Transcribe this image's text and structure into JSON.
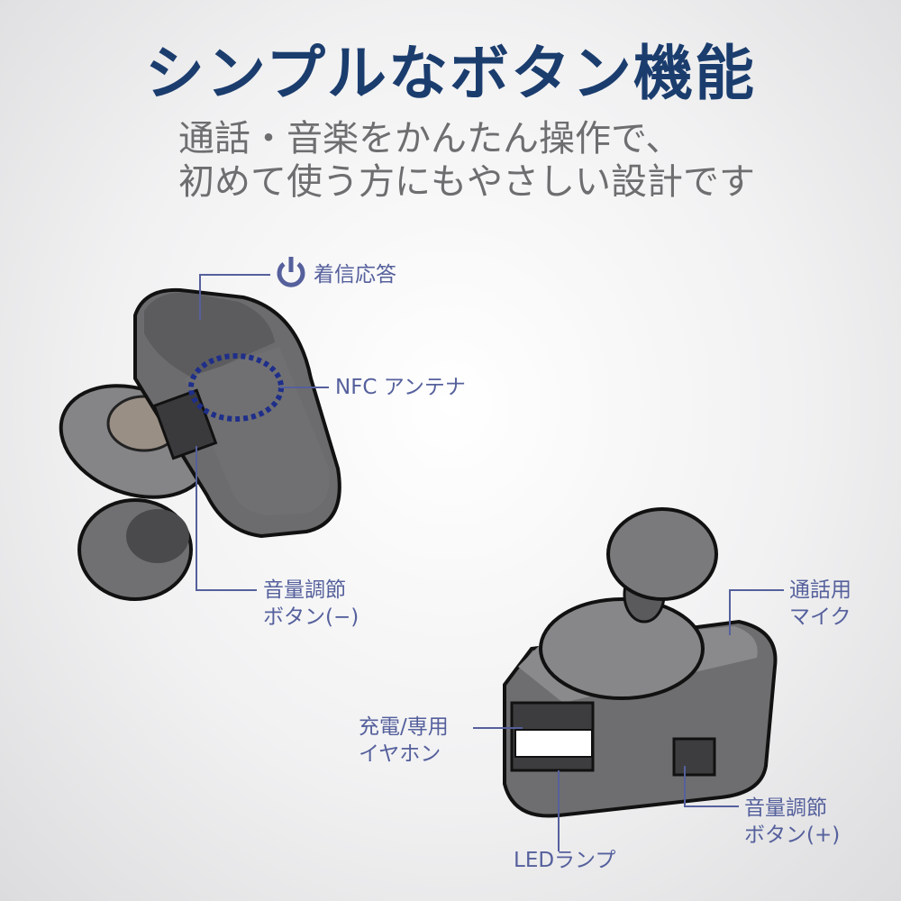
{
  "title": "シンプルなボタン機能",
  "subtitle": {
    "line1": "通話・音楽をかんたん操作で、",
    "line2": "初めて使う方にもやさしい設計です"
  },
  "labels": {
    "answer": "着信応答",
    "nfc": "NFC アンテナ",
    "vol_minus_1": "音量調節",
    "vol_minus_2": "ボタン(−)",
    "mic_1": "通話用",
    "mic_2": "マイク",
    "charge_1": "充電/専用",
    "charge_2": "イヤホン",
    "vol_plus_1": "音量調節",
    "vol_plus_2": "ボタン(+)",
    "led": "LEDランプ"
  },
  "colors": {
    "title": "#1b3d6e",
    "label": "#55609c",
    "subtitle": "#6e6e70"
  }
}
